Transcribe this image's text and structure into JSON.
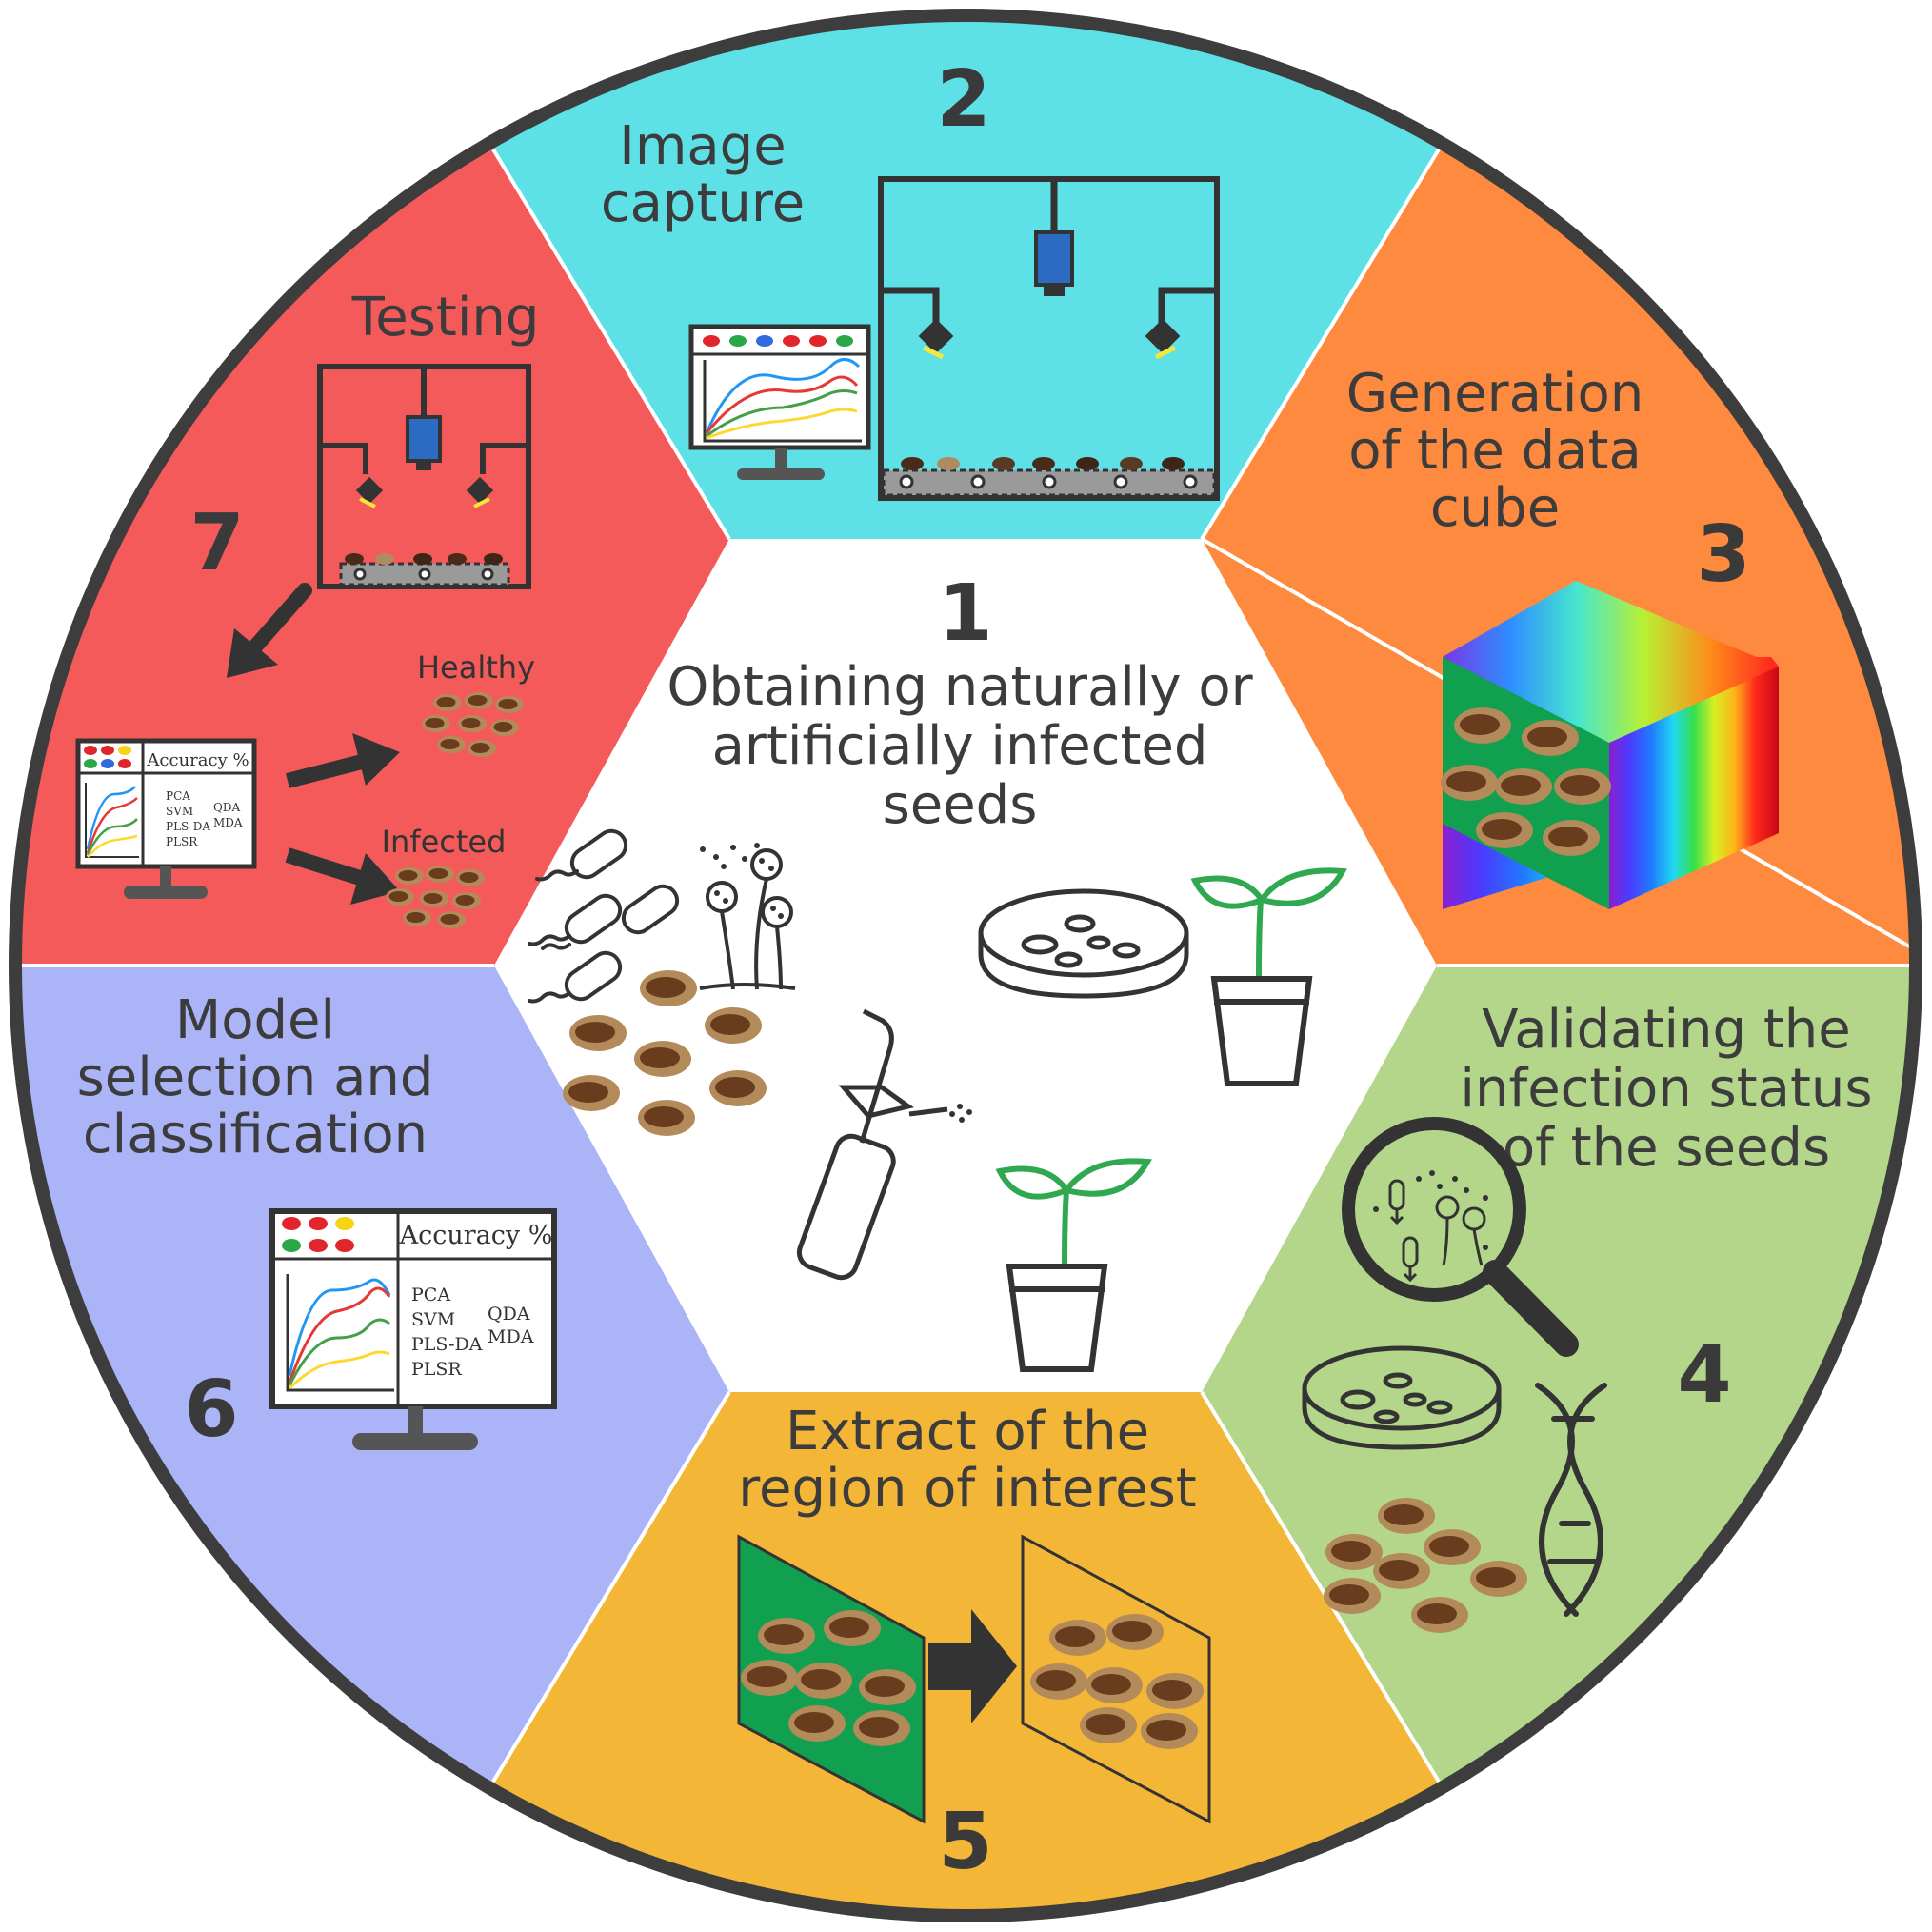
{
  "colors": {
    "step1": "#ffffff",
    "step2": "#5ee1e6",
    "step3": "#fd8a3e",
    "step4": "#b3d68a",
    "step5": "#f4b637",
    "step6": "#abb4f7",
    "step7": "#f45a5a",
    "ring": "#3d3d3d",
    "seed_outer": "#b38a5a",
    "seed_inner": "#6a3c1e",
    "leaf": "#2fa84f",
    "green_panel": "#10a050"
  },
  "steps": [
    {
      "number": "1",
      "lines": [
        "Obtaining naturally or",
        "artificially infected",
        "seeds"
      ]
    },
    {
      "number": "2",
      "lines": [
        "Image",
        "capture"
      ]
    },
    {
      "number": "3",
      "lines": [
        "Generation",
        "of the data",
        "cube"
      ]
    },
    {
      "number": "4",
      "lines": [
        "Validating the",
        "infection status",
        "of the seeds"
      ]
    },
    {
      "number": "5",
      "lines": [
        "Extract of the",
        "region of interest"
      ]
    },
    {
      "number": "6",
      "lines": [
        "Model",
        "selection and",
        "classification"
      ]
    },
    {
      "number": "7",
      "lines": [
        "Testing"
      ]
    }
  ],
  "testing": {
    "healthy_label": "Healthy",
    "infected_label": "Infected"
  },
  "model_panel": {
    "title": "Accuracy %",
    "methods_left": [
      "PCA",
      "SVM",
      "PLS-DA",
      "PLSR"
    ],
    "methods_right": [
      "QDA",
      "MDA"
    ]
  },
  "icons": [
    "camera-icon",
    "monitor-icon",
    "data-cube-icon",
    "magnifier-icon",
    "petri-dish-icon",
    "dna-icon",
    "spray-bottle-icon",
    "plant-pot-icon",
    "bacteria-icon",
    "fungus-icon",
    "arrow-icon",
    "seed-icon"
  ]
}
